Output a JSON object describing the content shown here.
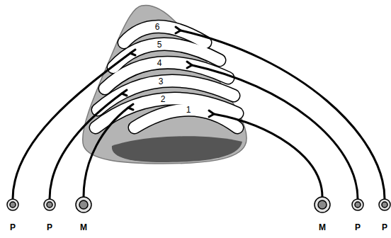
{
  "diagram": {
    "labels": [
      "6",
      "5",
      "4",
      "3",
      "2",
      "1",
      "P",
      "P",
      "M",
      "M",
      "P",
      "P"
    ]
  }
}
